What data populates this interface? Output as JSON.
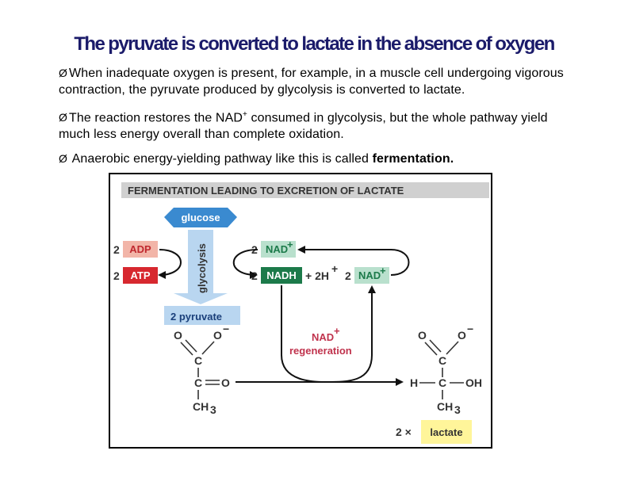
{
  "title": "The pyruvate is converted to lactate in the absence of  oxygen",
  "bullets": [
    {
      "marker": "Ø",
      "text": "When inadequate oxygen is present, for example, in a muscle cell undergoing vigorous contraction, the pyruvate produced by glycolysis is converted to lactate."
    },
    {
      "marker": "Ø",
      "text_before": "The reaction restores the NAD",
      "text_sup": "+",
      "text_after": " consumed in glycolysis, but the whole pathway yield much less energy overall than complete oxidation."
    },
    {
      "marker": "Ø",
      "text_before": " Anaerobic energy-yielding pathway like this is called ",
      "text_bold": "fermentation."
    }
  ],
  "figure": {
    "heading": "FERMENTATION LEADING TO EXCRETION OF LACTATE",
    "glucose": "glucose",
    "glycolysis": "glycolysis",
    "adp_coeff": "2",
    "adp": "ADP",
    "atp_coeff": "2",
    "atp": "ATP",
    "nad_top_coeff": "2",
    "nad_top": "NAD",
    "nadh_coeff": "2",
    "nadh": "NADH",
    "plus_2h": "+ 2H",
    "nad_right_coeff": "2",
    "nad_right": "NAD",
    "superscript_plus": "+",
    "pyruvate": "2  pyruvate",
    "nad_regen_1": "NAD",
    "nad_regen_2": "regeneration",
    "lactate_mult": "2 ×",
    "lactate": "lactate",
    "atoms": {
      "O": "O",
      "C": "C",
      "CH3": "CH",
      "three": "3",
      "H": "H",
      "OH": "OH",
      "minus": "−"
    },
    "colors": {
      "glucose_fill": "#3a8ad0",
      "glycolysis_fill": "#b9d6f0",
      "pyruvate_fill": "#b9d6f0",
      "adp_fill": "#f2b5a8",
      "atp_fill": "#d7282f",
      "nad_fill": "#b9e0cd",
      "nadh_fill": "#1c7a4a",
      "lactate_fill": "#fff59a",
      "regen_text": "#c0334d",
      "heading_bar": "#d0d0d0"
    }
  }
}
